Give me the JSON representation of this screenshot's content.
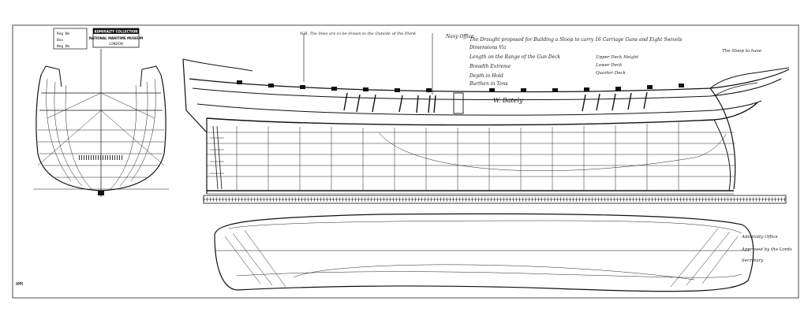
{
  "stamp": {
    "line1": "ADMIRALTY COLLECTION",
    "line2": "NATIONAL MARITIME MUSEUM",
    "line3": "LONDON"
  },
  "catalogue_label": {
    "line1": "Reg No",
    "line2": "Box",
    "line3": "Neg No"
  },
  "title_block": {
    "line1": "The Draught proposed for Building a Sloop to carry 16 Carriage Guns and Eight Swivels",
    "line2": "Dimensions Viz",
    "line3": "Length on the Range of the Gun Deck",
    "line4": "Breadth Extreme",
    "line5": "Depth in Hold",
    "line6": "Burthen in Tons"
  },
  "note_top": "N.B. The lines are to be drawn to the Outside of the Plank",
  "signature_center": "W. Bately",
  "notes_right": {
    "line1": "Upper Deck Height",
    "line2": "Lower Deck",
    "line3": "Quarter Deck"
  },
  "side_note": "Navy Office",
  "right_note": "The Sloop to have",
  "approval": {
    "line1": "Admiralty Office",
    "line2": "Approved by the Lords",
    "line3": "Secretary"
  },
  "footer_label": "NMM"
}
